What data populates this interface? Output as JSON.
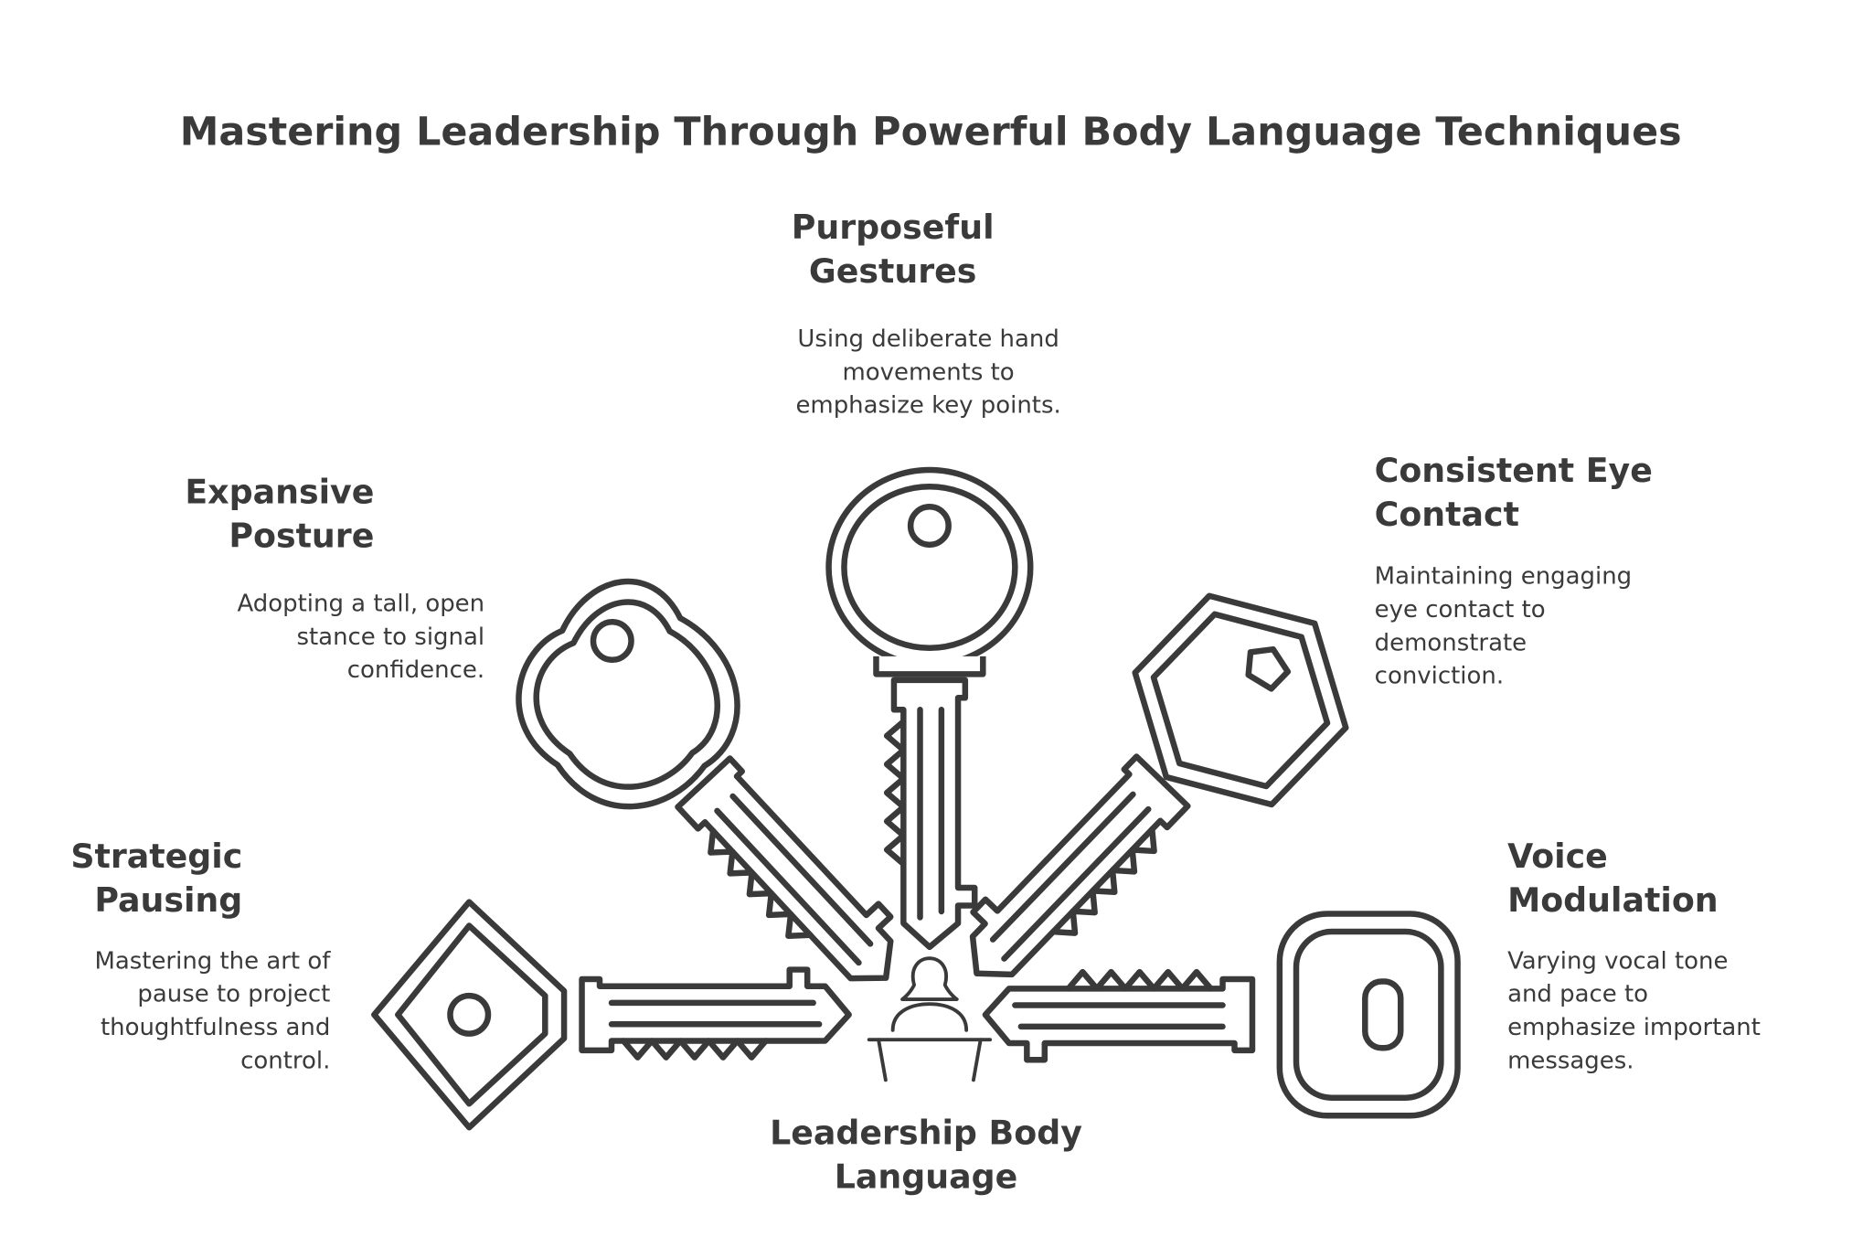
{
  "title": "Mastering Leadership Through Powerful Body Language Techniques",
  "center": {
    "line1": "Leadership Body",
    "line2": "Language",
    "icon": "speaker-at-podium-icon"
  },
  "items": [
    {
      "title1": "Purposeful",
      "title2": "Gestures",
      "desc": [
        "Using deliberate hand",
        "movements to",
        "emphasize key points."
      ],
      "icon": "round-key-icon"
    },
    {
      "title1": "Consistent Eye",
      "title2": "Contact",
      "desc": [
        "Maintaining engaging",
        "eye contact to",
        "demonstrate",
        "conviction."
      ],
      "icon": "hexagon-key-icon"
    },
    {
      "title1": "Expansive",
      "title2": "Posture",
      "desc": [
        "Adopting a tall, open",
        "stance to signal",
        "confidence."
      ],
      "icon": "clover-key-icon"
    },
    {
      "title1": "Strategic",
      "title2": "Pausing",
      "desc": [
        "Mastering the art of",
        "pause to project",
        "thoughtfulness and",
        "control."
      ],
      "icon": "diamond-key-icon"
    },
    {
      "title1": "Voice",
      "title2": "Modulation",
      "desc": [
        "Varying vocal tone",
        "and pace to",
        "emphasize important",
        "messages."
      ],
      "icon": "rounded-key-icon"
    }
  ]
}
